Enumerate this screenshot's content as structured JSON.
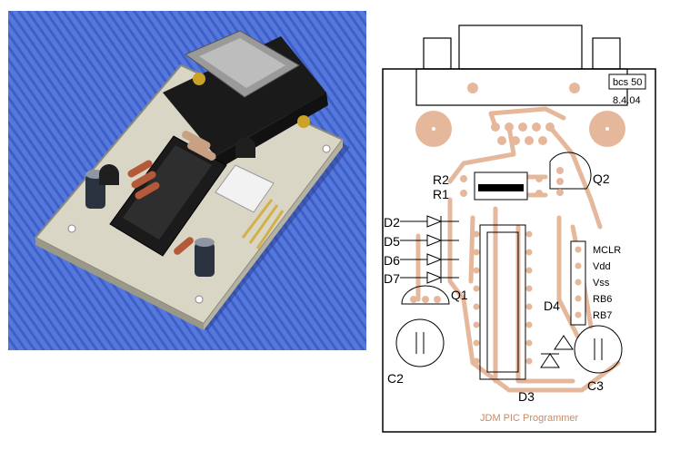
{
  "photo": {
    "description_colors": {
      "background": "#4f6fd6",
      "board": "#d8d5c4",
      "ic_socket": "#1a1a1a"
    }
  },
  "pcb": {
    "version_box": "bcs 50",
    "date": "8.4.04",
    "title_text": "JDM PIC Programmer",
    "component_labels": {
      "r2": "R2",
      "r1": "R1",
      "q2": "Q2",
      "d2": "D2",
      "d5": "D5",
      "d6": "D6",
      "d7": "D7",
      "q1": "Q1",
      "d4": "D4",
      "c2": "C2",
      "d3": "D3",
      "c3": "C3"
    },
    "pin_labels": [
      "MCLR",
      "Vdd",
      "Vss",
      "RB6",
      "RB7"
    ],
    "colors": {
      "copper": "#e6b89b",
      "copper_dark": "#c98a67",
      "outline": "#000000"
    }
  }
}
